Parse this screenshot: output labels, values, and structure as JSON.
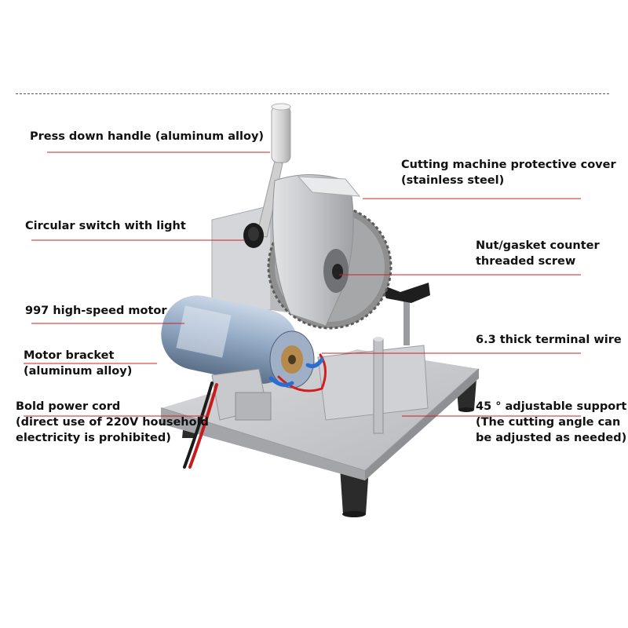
{
  "callouts": {
    "handle": "Press down handle (aluminum alloy)",
    "switch": "Circular switch with light",
    "motor": "997 high-speed motor",
    "bracket": [
      "Motor bracket",
      "(aluminum alloy)"
    ],
    "cord": [
      "Bold power cord",
      "(direct use of 220V household",
      "electricity is prohibited)"
    ],
    "cover": [
      "Cutting machine protective cover",
      "(stainless steel)"
    ],
    "nut": [
      "Nut/gasket counter",
      "threaded screw"
    ],
    "wire": "6.3 thick terminal wire",
    "support": [
      "45 ° adjustable support",
      "(The cutting angle can",
      "be adjusted as needed)"
    ]
  },
  "colors": {
    "leader_line": "#cc2222",
    "text": "#111111",
    "divider": "#555555"
  },
  "icons": {
    "illustration": "table-saw-cutting-machine"
  }
}
